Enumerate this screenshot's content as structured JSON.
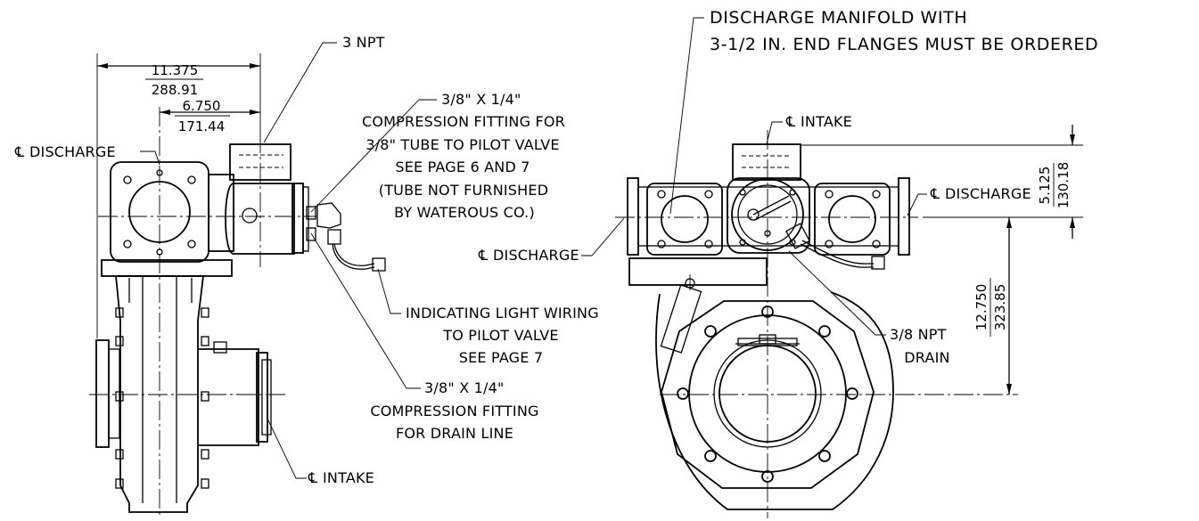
{
  "dimensions": {
    "width_in": "11.375",
    "width_mm": "288.91",
    "offset_in": "6.750",
    "offset_mm": "171.44",
    "height_in": "5.125",
    "height_mm": "130.18",
    "drop_in": "12.750",
    "drop_mm": "323.85"
  },
  "labels": {
    "npt3": "3 NPT",
    "cl_discharge_left": "DISCHARGE",
    "cl_intake_left": "INTAKE",
    "cl_intake_right": "INTAKE",
    "cl_discharge_right_mid": "DISCHARGE",
    "cl_discharge_right_end": "DISCHARGE",
    "fitting_pilot": [
      "3/8\" X 1/4\"",
      "COMPRESSION FITTING FOR",
      "3/8\" TUBE TO PILOT VALVE",
      "SEE PAGE 6 AND 7",
      "(TUBE NOT FURNISHED",
      "BY WATEROUS CO.)"
    ],
    "light_wiring": [
      "INDICATING LIGHT WIRING",
      "TO PILOT VALVE",
      "SEE PAGE 7"
    ],
    "fitting_drain": [
      "3/8\" X 1/4\"",
      "COMPRESSION FITTING",
      "FOR DRAIN LINE"
    ],
    "manifold": [
      "DISCHARGE MANIFOLD WITH",
      "3-1/2 IN. END FLANGES MUST BE ORDERED"
    ],
    "npt_drain": [
      "3/8 NPT",
      "DRAIN"
    ]
  }
}
